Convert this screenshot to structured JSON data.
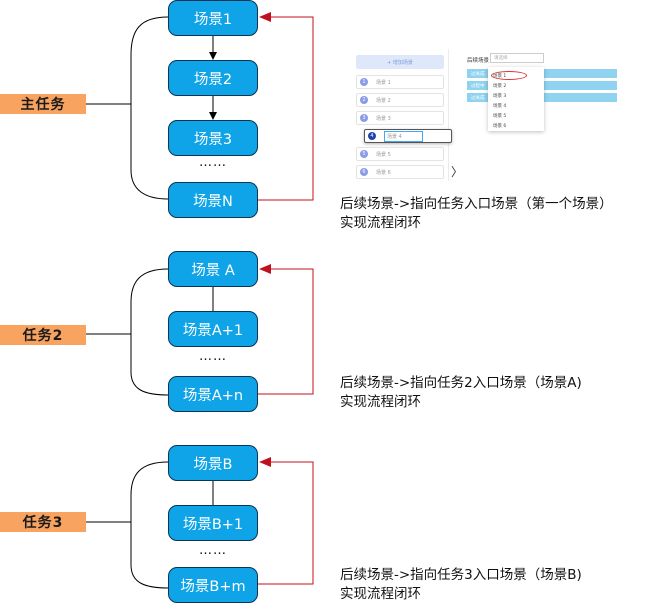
{
  "groups": [
    {
      "task_label": "主任务",
      "nodes": [
        "场景1",
        "场景2",
        "场景3",
        "场景N"
      ],
      "ellipsis": "……",
      "note_line1": "后续场景->指向任务入口场景（第一个场景）",
      "note_line2": "实现流程闭环"
    },
    {
      "task_label": "任务2",
      "nodes": [
        "场景 A",
        "场景A+1",
        "场景A+n"
      ],
      "ellipsis": "……",
      "note_line1": "后续场景->指向任务2入口场景（场景A)",
      "note_line2": "实现流程闭环"
    },
    {
      "task_label": "任务3",
      "nodes": [
        "场景B",
        "场景B+1",
        "场景B+m"
      ],
      "ellipsis": "……",
      "note_line1": "后续场景->指向任务3入口场景（场景B)",
      "note_line2": "实现流程闭环"
    }
  ],
  "screenshot": {
    "add_button": "+ 增加场景",
    "rows": [
      {
        "num": "1",
        "label": "场景 1"
      },
      {
        "num": "2",
        "label": "场景 2"
      },
      {
        "num": "3",
        "label": "场景 3"
      },
      {
        "num": "4",
        "label": "场景 4"
      },
      {
        "num": "5",
        "label": "场景 5"
      },
      {
        "num": "6",
        "label": "场景 6"
      }
    ],
    "field_label": "后续场景",
    "select_placeholder": "请选择",
    "bars": [
      "过关成",
      "过程中",
      "过关成"
    ],
    "dropdown": [
      "场景 1",
      "场景 2",
      "场景 3",
      "场景 4",
      "场景 5",
      "场景 6"
    ],
    "chevron": "〉"
  },
  "colors": {
    "node_fill": "#0fa4e8",
    "node_border": "#0b3553",
    "task_fill": "#f8a35f",
    "loop_arrow": "#c0101e"
  }
}
